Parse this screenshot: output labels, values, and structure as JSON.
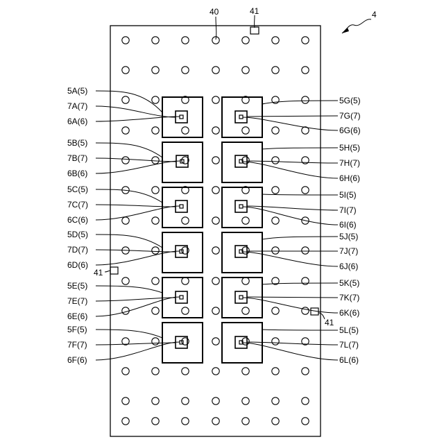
{
  "figure_ref": "4",
  "labels": {
    "board": "40",
    "marker_top": "41",
    "marker_left": "41",
    "marker_right": "41"
  },
  "left_column": [
    {
      "pad": "5A(5)",
      "chip": "7A(7)",
      "core": "6A(6)"
    },
    {
      "pad": "5B(5)",
      "chip": "7B(7)",
      "core": "6B(6)"
    },
    {
      "pad": "5C(5)",
      "chip": "7C(7)",
      "core": "6C(6)"
    },
    {
      "pad": "5D(5)",
      "chip": "7D(7)",
      "core": "6D(6)"
    },
    {
      "pad": "5E(5)",
      "chip": "7E(7)",
      "core": "6E(6)"
    },
    {
      "pad": "5F(5)",
      "chip": "7F(7)",
      "core": "6F(6)"
    }
  ],
  "right_column": [
    {
      "pad": "5G(5)",
      "chip": "7G(7)",
      "core": "6G(6)"
    },
    {
      "pad": "5H(5)",
      "chip": "7H(7)",
      "core": "6H(6)"
    },
    {
      "pad": "5I(5)",
      "chip": "7I(7)",
      "core": "6I(6)"
    },
    {
      "pad": "5J(5)",
      "chip": "7J(7)",
      "core": "6J(6)"
    },
    {
      "pad": "5K(5)",
      "chip": "7K(7)",
      "core": "6K(6)"
    },
    {
      "pad": "5L(5)",
      "chip": "7L(7)",
      "core": "6L(6)"
    }
  ]
}
